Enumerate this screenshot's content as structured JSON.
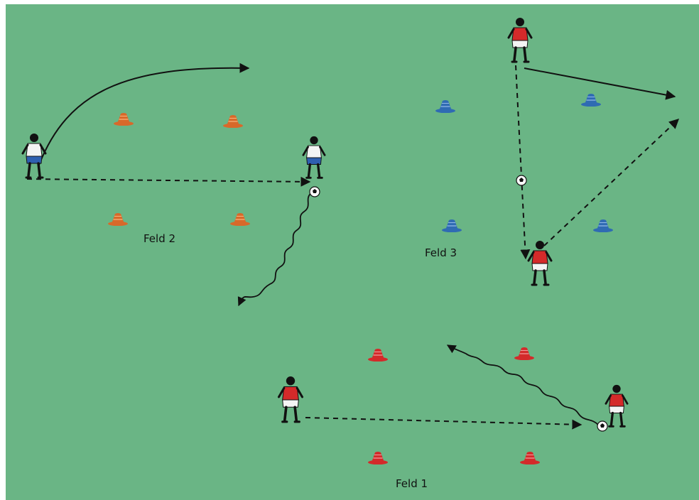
{
  "colors": {
    "pitch": "#6ab585",
    "pitch_border": "#ffffff",
    "cone_orange": "#d8692a",
    "cone_blue": "#2f6bb3",
    "cone_red": "#d32a2a",
    "jersey_red": "#d42a2a",
    "jersey_white": "#f4f4f4",
    "shorts_blue": "#2e5fb0",
    "shorts_white": "#f4f4f4",
    "arrow": "#111111"
  },
  "fields": {
    "feld2": {
      "label": "Feld 2",
      "cone_color": "orange"
    },
    "feld3": {
      "label": "Feld 3",
      "cone_color": "blue"
    },
    "feld1": {
      "label": "Feld 1",
      "cone_color": "red"
    }
  },
  "icons": [
    "cone-icon",
    "player-icon",
    "ball-icon",
    "pass-arrow-icon",
    "run-arrow-icon",
    "dribble-arrow-icon"
  ]
}
